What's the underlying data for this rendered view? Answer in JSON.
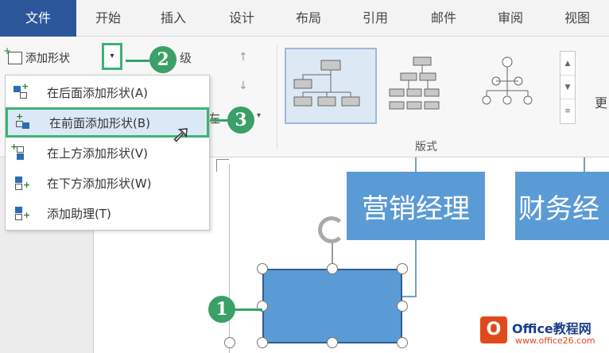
{
  "tabs": [
    "文件",
    "开始",
    "插入",
    "设计",
    "布局",
    "引用",
    "邮件",
    "审阅",
    "视图"
  ],
  "ribbon": {
    "add_shape_label": "添加形状",
    "dropdown_arrow": "▾",
    "level_partial": "级",
    "promote_partial": "左",
    "edge_partial": "更",
    "layout_group_label": "版式",
    "gallery_scroll": {
      "up": "▲",
      "down": "▼",
      "more": "≡"
    }
  },
  "dropdown": {
    "items": [
      {
        "label": "在后面添加形状(A)",
        "icon": "add-shape-after-icon"
      },
      {
        "label": "在前面添加形状(B)",
        "icon": "add-shape-before-icon",
        "highlighted": true
      },
      {
        "label": "在上方添加形状(V)",
        "icon": "add-shape-above-icon"
      },
      {
        "label": "在下方添加形状(W)",
        "icon": "add-shape-below-icon"
      },
      {
        "label": "添加助理(T)",
        "icon": "add-assistant-icon"
      }
    ]
  },
  "org_chart": {
    "boxes": [
      "营销经理",
      "财务经"
    ]
  },
  "callouts": [
    "1",
    "2",
    "3"
  ],
  "watermark": {
    "logo": "O",
    "title": "Office教程网",
    "url": "www.office26.com"
  },
  "colors": {
    "file_tab": "#2b579a",
    "shape_fill": "#5b9bd5",
    "callout": "#3aa067"
  }
}
